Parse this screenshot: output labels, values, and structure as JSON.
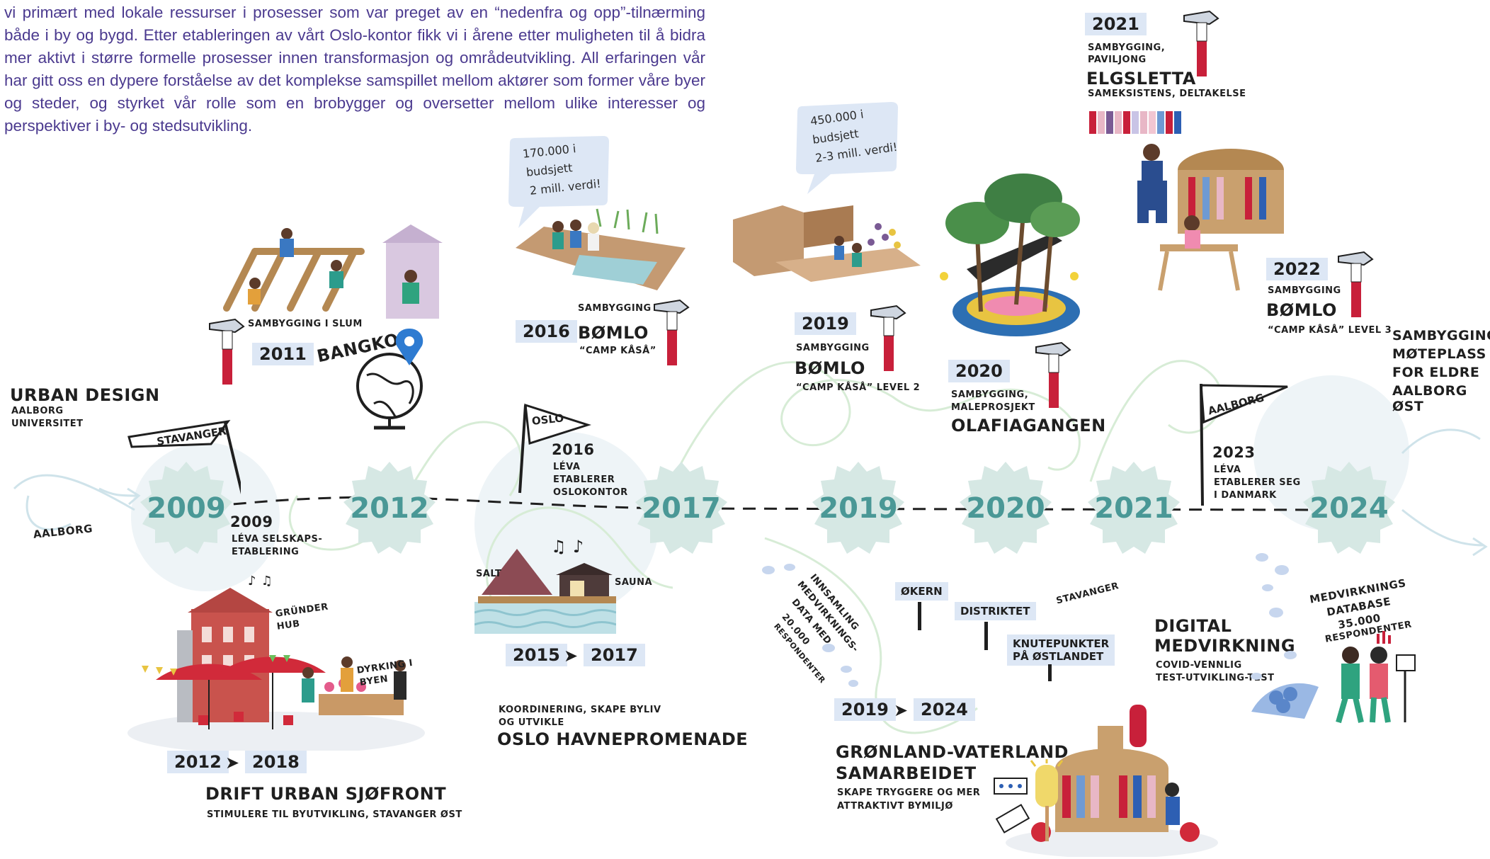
{
  "intro": {
    "text": "vi primært med lokale ressurser i prosesser som var preget av en “nedenfra og opp”-tilnærming både i by og bygd. Etter etableringen av vårt Oslo-kontor fikk vi i årene etter muligheten til å bidra mer aktivt i større formelle prosesser innen transformasjon og områdeutvikling. All erfaringen vår har gitt oss en dypere forståelse av det komplekse samspillet mellom aktører som former våre byer og steder, og styrket vår rolle som en brobygger og oversetter mellom ulike interesser og perspektiver i by- og stedsutvikling."
  },
  "colors": {
    "badge_fill": "#d6e8e4",
    "badge_text": "#4a9896",
    "box_fill": "#dde7f5",
    "intro_text": "#4b3a8f",
    "hammer_red": "#c8203a",
    "curve": "#cfe3ea"
  },
  "timeline": {
    "years": [
      "2009",
      "2012",
      "2017",
      "2019",
      "2020",
      "2021",
      "2024"
    ]
  },
  "left": {
    "urban_design": {
      "title": "URBAN DESIGN",
      "sub1": "AALBORG",
      "sub2": "UNIVERSITET"
    },
    "aalborg_label": "AALBORG",
    "stavanger_flag": "STAVANGER",
    "est_year": "2009",
    "est_text1": "LÉVA SELSKAPS-",
    "est_text2": "ETABLERING"
  },
  "bangkok": {
    "label": "SAMBYGGING I SLUM",
    "year": "2011",
    "place": "BANGKOK",
    "icon": "globe-location-icon"
  },
  "gründer": {
    "gründer_label1": "GRÜNDER",
    "gründer_label2": "HUB",
    "dyrking1": "DYRKING I",
    "dyrking2": "BYEN",
    "from": "2012",
    "to": "2018",
    "title": "DRIFT URBAN SJØFRONT",
    "sub": "STIMULERE TIL BYUTVIKLING, STAVANGER ØST"
  },
  "bomlo2016": {
    "bubble1": "170.000 i",
    "bubble2": "budsjett",
    "bubble3": "2 mill. verdi!",
    "label": "SAMBYGGING",
    "year": "2016",
    "place": "BØMLO",
    "sub": "“CAMP KÅSÅ”"
  },
  "oslo": {
    "flag": "OSLO",
    "year": "2016",
    "text1": "LÉVA",
    "text2": "ETABLERER",
    "text3": "OSLOKONTOR"
  },
  "havn": {
    "salt": "SALT",
    "sauna": "SAUNA",
    "from": "2015",
    "to": "2017",
    "sub1": "KOORDINERING, SKAPE BYLIV",
    "sub2": "OG UTVIKLE",
    "title": "OSLO HAVNEPROMENADE"
  },
  "bomlo2019": {
    "bubble1": "450.000 i",
    "bubble2": "budsjett",
    "bubble3": "2-3 mill. verdi!",
    "year": "2019",
    "label": "SAMBYGGING",
    "place": "BØMLO",
    "sub": "“CAMP KÅSÅ” LEVEL 2"
  },
  "olafia": {
    "year": "2020",
    "label1": "SAMBYGGING,",
    "label2": "MALEPROSJEKT",
    "place": "OLAFIAGANGEN"
  },
  "elgsletta": {
    "year": "2021",
    "label1": "SAMBYGGING,",
    "label2": "PAVILJONG",
    "place": "ELGSLETTA",
    "sub": "SAMEKSISTENS, DELTAKELSE"
  },
  "bomlo2022": {
    "year": "2022",
    "label": "SAMBYGGING",
    "place": "BØMLO",
    "sub": "“CAMP KÅSÅ” LEVEL 3"
  },
  "aalborg2023": {
    "flag": "AALBORG",
    "year": "2023",
    "text1": "LÉVA",
    "text2": "ETABLERER SEG",
    "text3": "I DANMARK"
  },
  "aalborg_ost": {
    "line1": "SAMBYGGING",
    "line2": "MØTEPLASS",
    "line3": "FOR ELDRE",
    "line4": "AALBORG ØST"
  },
  "gronland": {
    "innsamling": [
      "INNSAMLING",
      "MEDVIRKNINGS-",
      "DATA MED",
      "20.000",
      "RESPONDENTER"
    ],
    "okern": "ØKERN",
    "distriktet": "DISTRIKTET",
    "stavanger": "STAVANGER",
    "knute1": "KNUTEPUNKTER",
    "knute2": "PÅ ØSTLANDET",
    "from": "2019",
    "to": "2024",
    "title1": "GRØNLAND-VATERLAND",
    "title2": "SAMARBEIDET",
    "sub1": "SKAPE TRYGGERE OG MER",
    "sub2": "ATTRAKTIVT BYMILJØ"
  },
  "digital": {
    "title1": "DIGITAL",
    "title2": "MEDVIRKNING",
    "sub1": "COVID-VENNLIG",
    "sub2": "TEST-UTVIKLING-TEST",
    "db1": "MEDVIRKNINGS",
    "db2": "DATABASE",
    "db3": "35.000",
    "db4": "RESPONDENTER"
  }
}
